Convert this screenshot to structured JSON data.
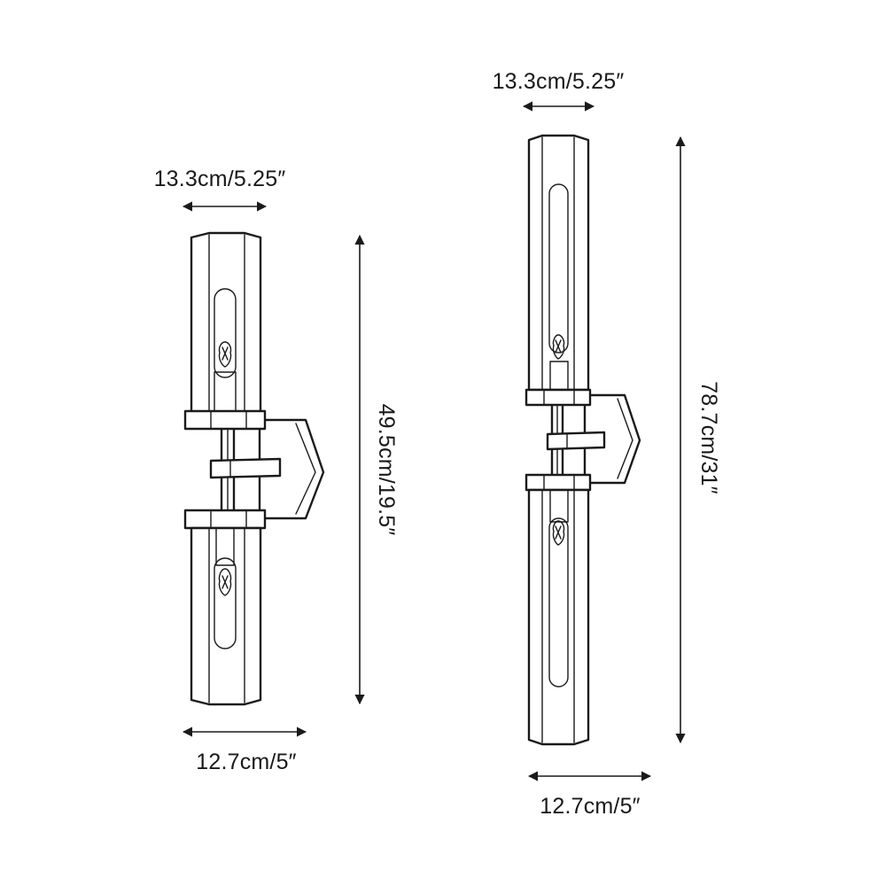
{
  "figures": [
    {
      "id": "short-sconce",
      "top_width_label": "13.3cm/5.25″",
      "height_label": "49.5cm/19.5″",
      "bottom_width_label": "12.7cm/5″"
    },
    {
      "id": "tall-sconce",
      "top_width_label": "13.3cm/5.25″",
      "height_label": "78.7cm/31″",
      "bottom_width_label": "12.7cm/5″"
    }
  ],
  "colors": {
    "ink": "#1a1a1a",
    "background": "#ffffff"
  }
}
